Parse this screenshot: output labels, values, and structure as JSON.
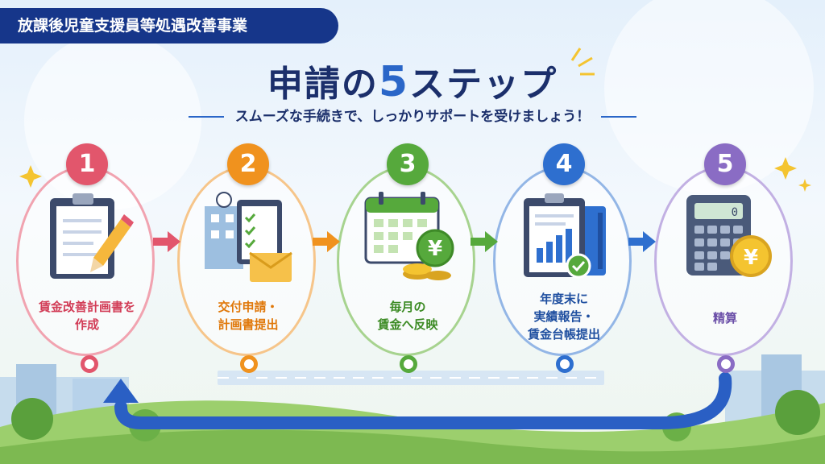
{
  "header": {
    "tag": "放課後児童支援員等処遇改善事業",
    "title_prefix": "申請の",
    "title_number": "5",
    "title_suffix": "ステップ",
    "subtitle": "スムーズな手続きで、しっかりサポートを受けましょう！"
  },
  "steps": [
    {
      "number": "1",
      "label_lines": [
        "賃金改善計画書を",
        "作成"
      ],
      "color": "#e2566c",
      "icon": "clipboard-pencil-icon"
    },
    {
      "number": "2",
      "label_lines": [
        "交付申請・",
        "計画書提出"
      ],
      "color": "#f0921e",
      "icon": "building-checklist-envelope-icon"
    },
    {
      "number": "3",
      "label_lines": [
        "毎月の",
        "賃金へ反映"
      ],
      "color": "#56a93c",
      "icon": "calendar-yen-coins-icon"
    },
    {
      "number": "4",
      "label_lines": [
        "年度末に",
        "実績報告・",
        "賃金台帳提出"
      ],
      "color": "#2e6fcf",
      "icon": "report-chart-binder-icon"
    },
    {
      "number": "5",
      "label_lines": [
        "精算"
      ],
      "color": "#8a6cc4",
      "icon": "calculator-yen-coin-icon"
    }
  ],
  "colors": {
    "navy": "#16368a",
    "return_arrow": "#2a5fc4"
  }
}
